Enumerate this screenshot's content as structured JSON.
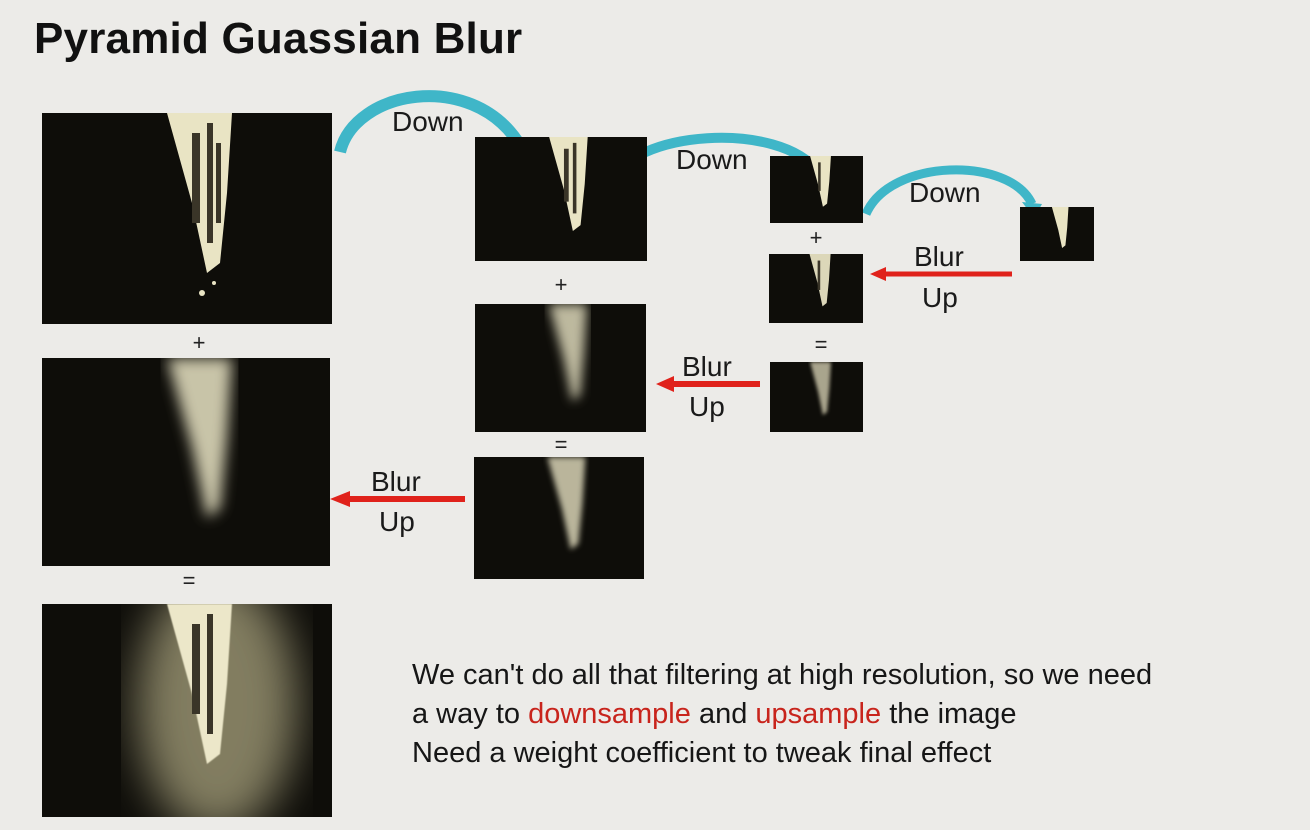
{
  "title": "Pyramid Guassian Blur",
  "labels": {
    "down": "Down",
    "blur": "Blur",
    "up": "Up",
    "plus": "+",
    "equals": "="
  },
  "caption": {
    "line1": "We can't do all that filtering at high resolution, so we need",
    "line2_a": "a way to ",
    "line2_downsample": "downsample",
    "line2_b": " and ",
    "line2_upsample": "upsample",
    "line2_c": " the image",
    "line3": "Need a weight coefficient to tweak final effect"
  },
  "colors": {
    "background": "#ecebe8",
    "down_arrow": "#3fb6c8",
    "up_arrow": "#e0221b",
    "highlight_text": "#c8241c",
    "image_bg": "#0e0d09",
    "image_light": "#e9e4c4"
  },
  "icons": {
    "down_arrow": "curved-arrow-right-icon",
    "up_arrow": "arrow-left-icon"
  }
}
